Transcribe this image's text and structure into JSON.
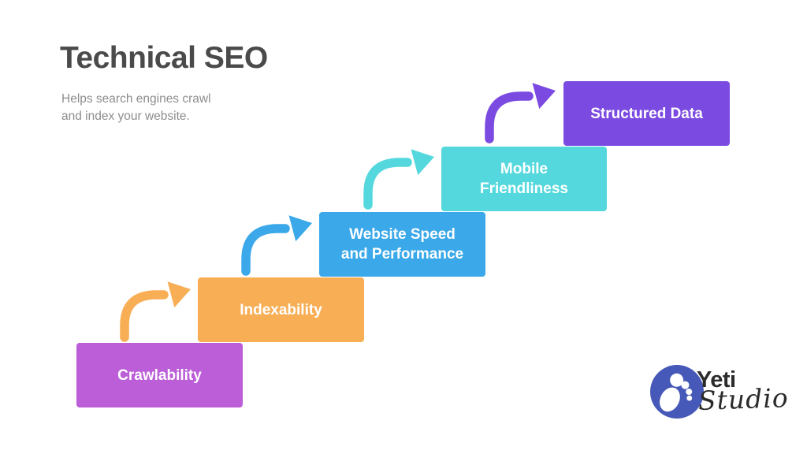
{
  "slide": {
    "title": "Technical SEO",
    "subtitle_lines": [
      "Helps search engines crawl",
      "and index your website."
    ],
    "background_color": "#ffffff",
    "title_color": "#4a4a4a",
    "subtitle_color": "#8d8d8d"
  },
  "chart_data": {
    "type": "diagram",
    "subtype": "staircase-process",
    "title": "Technical SEO",
    "description": "Helps search engines crawl and index your website.",
    "steps": [
      {
        "order": 1,
        "label": "Crawlability",
        "lines": [
          "Crawlability"
        ],
        "color": "#bb5ed8"
      },
      {
        "order": 2,
        "label": "Indexability",
        "lines": [
          "Indexability"
        ],
        "color": "#f8ae55"
      },
      {
        "order": 3,
        "label": "Website Speed and Performance",
        "lines": [
          "Website Speed",
          "and Performance"
        ],
        "color": "#3aa8e9"
      },
      {
        "order": 4,
        "label": "Mobile Friendliness",
        "lines": [
          "Mobile",
          "Friendliness"
        ],
        "color": "#55d8dd"
      },
      {
        "order": 5,
        "label": "Structured Data",
        "lines": [
          "Structured Data"
        ],
        "color": "#7b4ae1"
      }
    ],
    "connector": "curved-arrow-up-right",
    "step_text_color": "#ffffff"
  },
  "logo": {
    "name": "Yeti Studio",
    "word_top": "Yeti",
    "word_bottom": "Studio",
    "icon": "footprint-icon",
    "circle_color": "#4759b8",
    "footprint_color": "#ffffff",
    "text_color": "#2b2b2b"
  }
}
